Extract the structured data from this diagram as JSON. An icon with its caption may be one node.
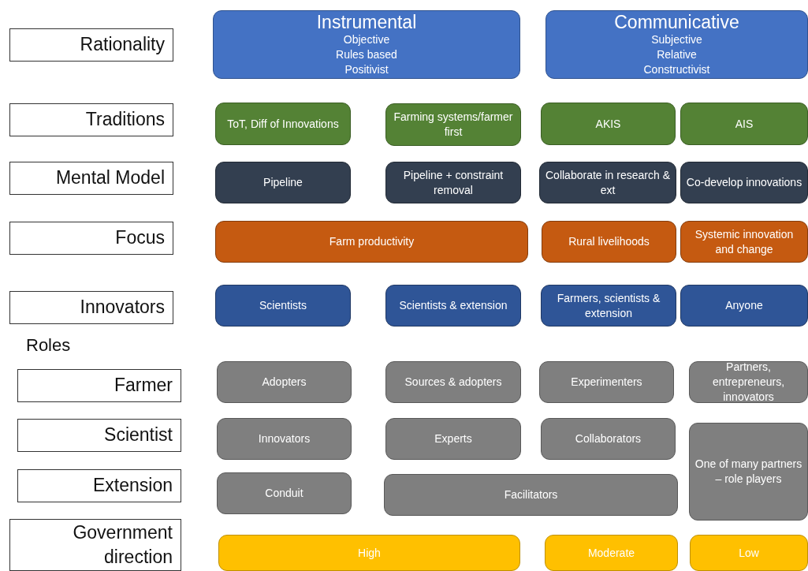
{
  "diagram": {
    "nodes": [
      {
        "text": [
          "Rationality"
        ]
      },
      {
        "text": [
          "Instrumental",
          "Objective",
          "Rules based",
          "Positivist"
        ]
      },
      {
        "text": [
          "Communicative",
          "Subjective",
          "Relative",
          "Constructivist"
        ]
      },
      {
        "text": [
          "Traditions"
        ]
      },
      {
        "text": [
          "ToT, Diff of Innovations"
        ]
      },
      {
        "text": [
          "Farming systems/farmer first"
        ]
      },
      {
        "text": [
          "AKIS"
        ]
      },
      {
        "text": [
          "AIS"
        ]
      },
      {
        "text": [
          "Mental Model"
        ]
      },
      {
        "text": [
          "Pipeline"
        ]
      },
      {
        "text": [
          "Pipeline + constraint removal"
        ]
      },
      {
        "text": [
          "Collaborate in research & ext"
        ]
      },
      {
        "text": [
          "Co-develop innovations"
        ]
      },
      {
        "text": [
          "Focus"
        ]
      },
      {
        "text": [
          "Farm productivity"
        ]
      },
      {
        "text": [
          "Rural livelihoods"
        ]
      },
      {
        "text": [
          "Systemic innovation and change"
        ]
      },
      {
        "text": [
          "Innovators"
        ]
      },
      {
        "text": [
          "Scientists"
        ]
      },
      {
        "text": [
          "Scientists & extension"
        ]
      },
      {
        "text": [
          "Farmers, scientists & extension"
        ]
      },
      {
        "text": [
          "Anyone"
        ]
      },
      {
        "text": [
          "Farmer"
        ]
      },
      {
        "text": [
          "Adopters"
        ]
      },
      {
        "text": [
          "Sources & adopters"
        ]
      },
      {
        "text": [
          "Experimenters"
        ]
      },
      {
        "text": [
          "Partners, entrepreneurs, innovators"
        ]
      },
      {
        "text": [
          "Scientist"
        ]
      },
      {
        "text": [
          "Innovators"
        ]
      },
      {
        "text": [
          "Experts"
        ]
      },
      {
        "text": [
          "Collaborators"
        ]
      },
      {
        "text": [
          "One of many partners – role players"
        ]
      },
      {
        "text": [
          "Extension"
        ]
      },
      {
        "text": [
          "Conduit"
        ]
      },
      {
        "text": [
          "Facilitators"
        ]
      },
      {
        "text": [
          "Government direction"
        ]
      },
      {
        "text": [
          "High"
        ]
      },
      {
        "text": [
          "Moderate"
        ]
      },
      {
        "text": [
          "Low"
        ]
      }
    ],
    "labels": [
      "Roles"
    ]
  }
}
